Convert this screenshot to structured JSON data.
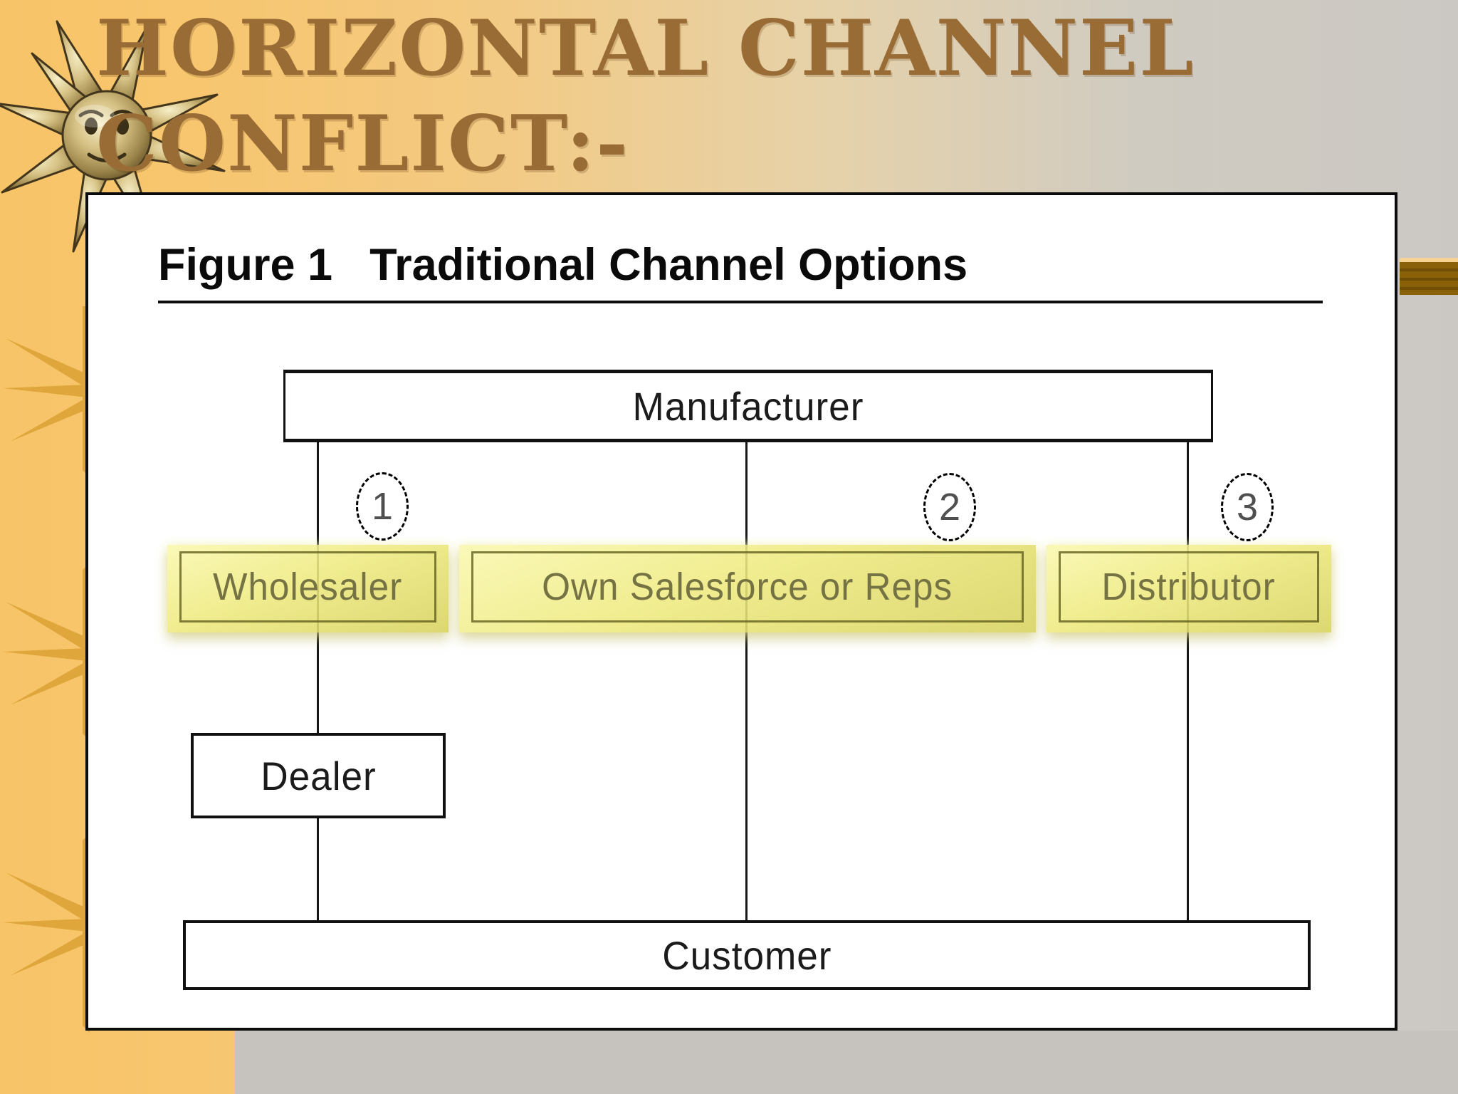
{
  "slide": {
    "title_line1": "HORIZONTAL CHANNEL",
    "title_line2": "CONFLICT:-"
  },
  "figure": {
    "heading": {
      "label": "Figure 1",
      "title": "Traditional Channel Options"
    },
    "nodes": {
      "manufacturer": "Manufacturer",
      "dealer": "Dealer",
      "customer": "Customer"
    },
    "channels": [
      {
        "number": "1",
        "label": "Wholesaler",
        "highlighted": true
      },
      {
        "number": "2",
        "label": "Own Salesforce or Reps",
        "highlighted": true
      },
      {
        "number": "3",
        "label": "Distributor",
        "highlighted": true
      }
    ]
  },
  "colors": {
    "title_brown": "#996B35",
    "strip_orange": "#F8C468",
    "ray_orange": "#DFA73B",
    "panel_white": "#FFFFFF",
    "line_black": "#161616",
    "highlight_yellow": "#EDE87A",
    "highlight_text_olive": "#757243",
    "background_gray": "#C6C3BE",
    "accent_bar_brown": "#8A6109",
    "accent_bar_cream": "#F7D295"
  }
}
